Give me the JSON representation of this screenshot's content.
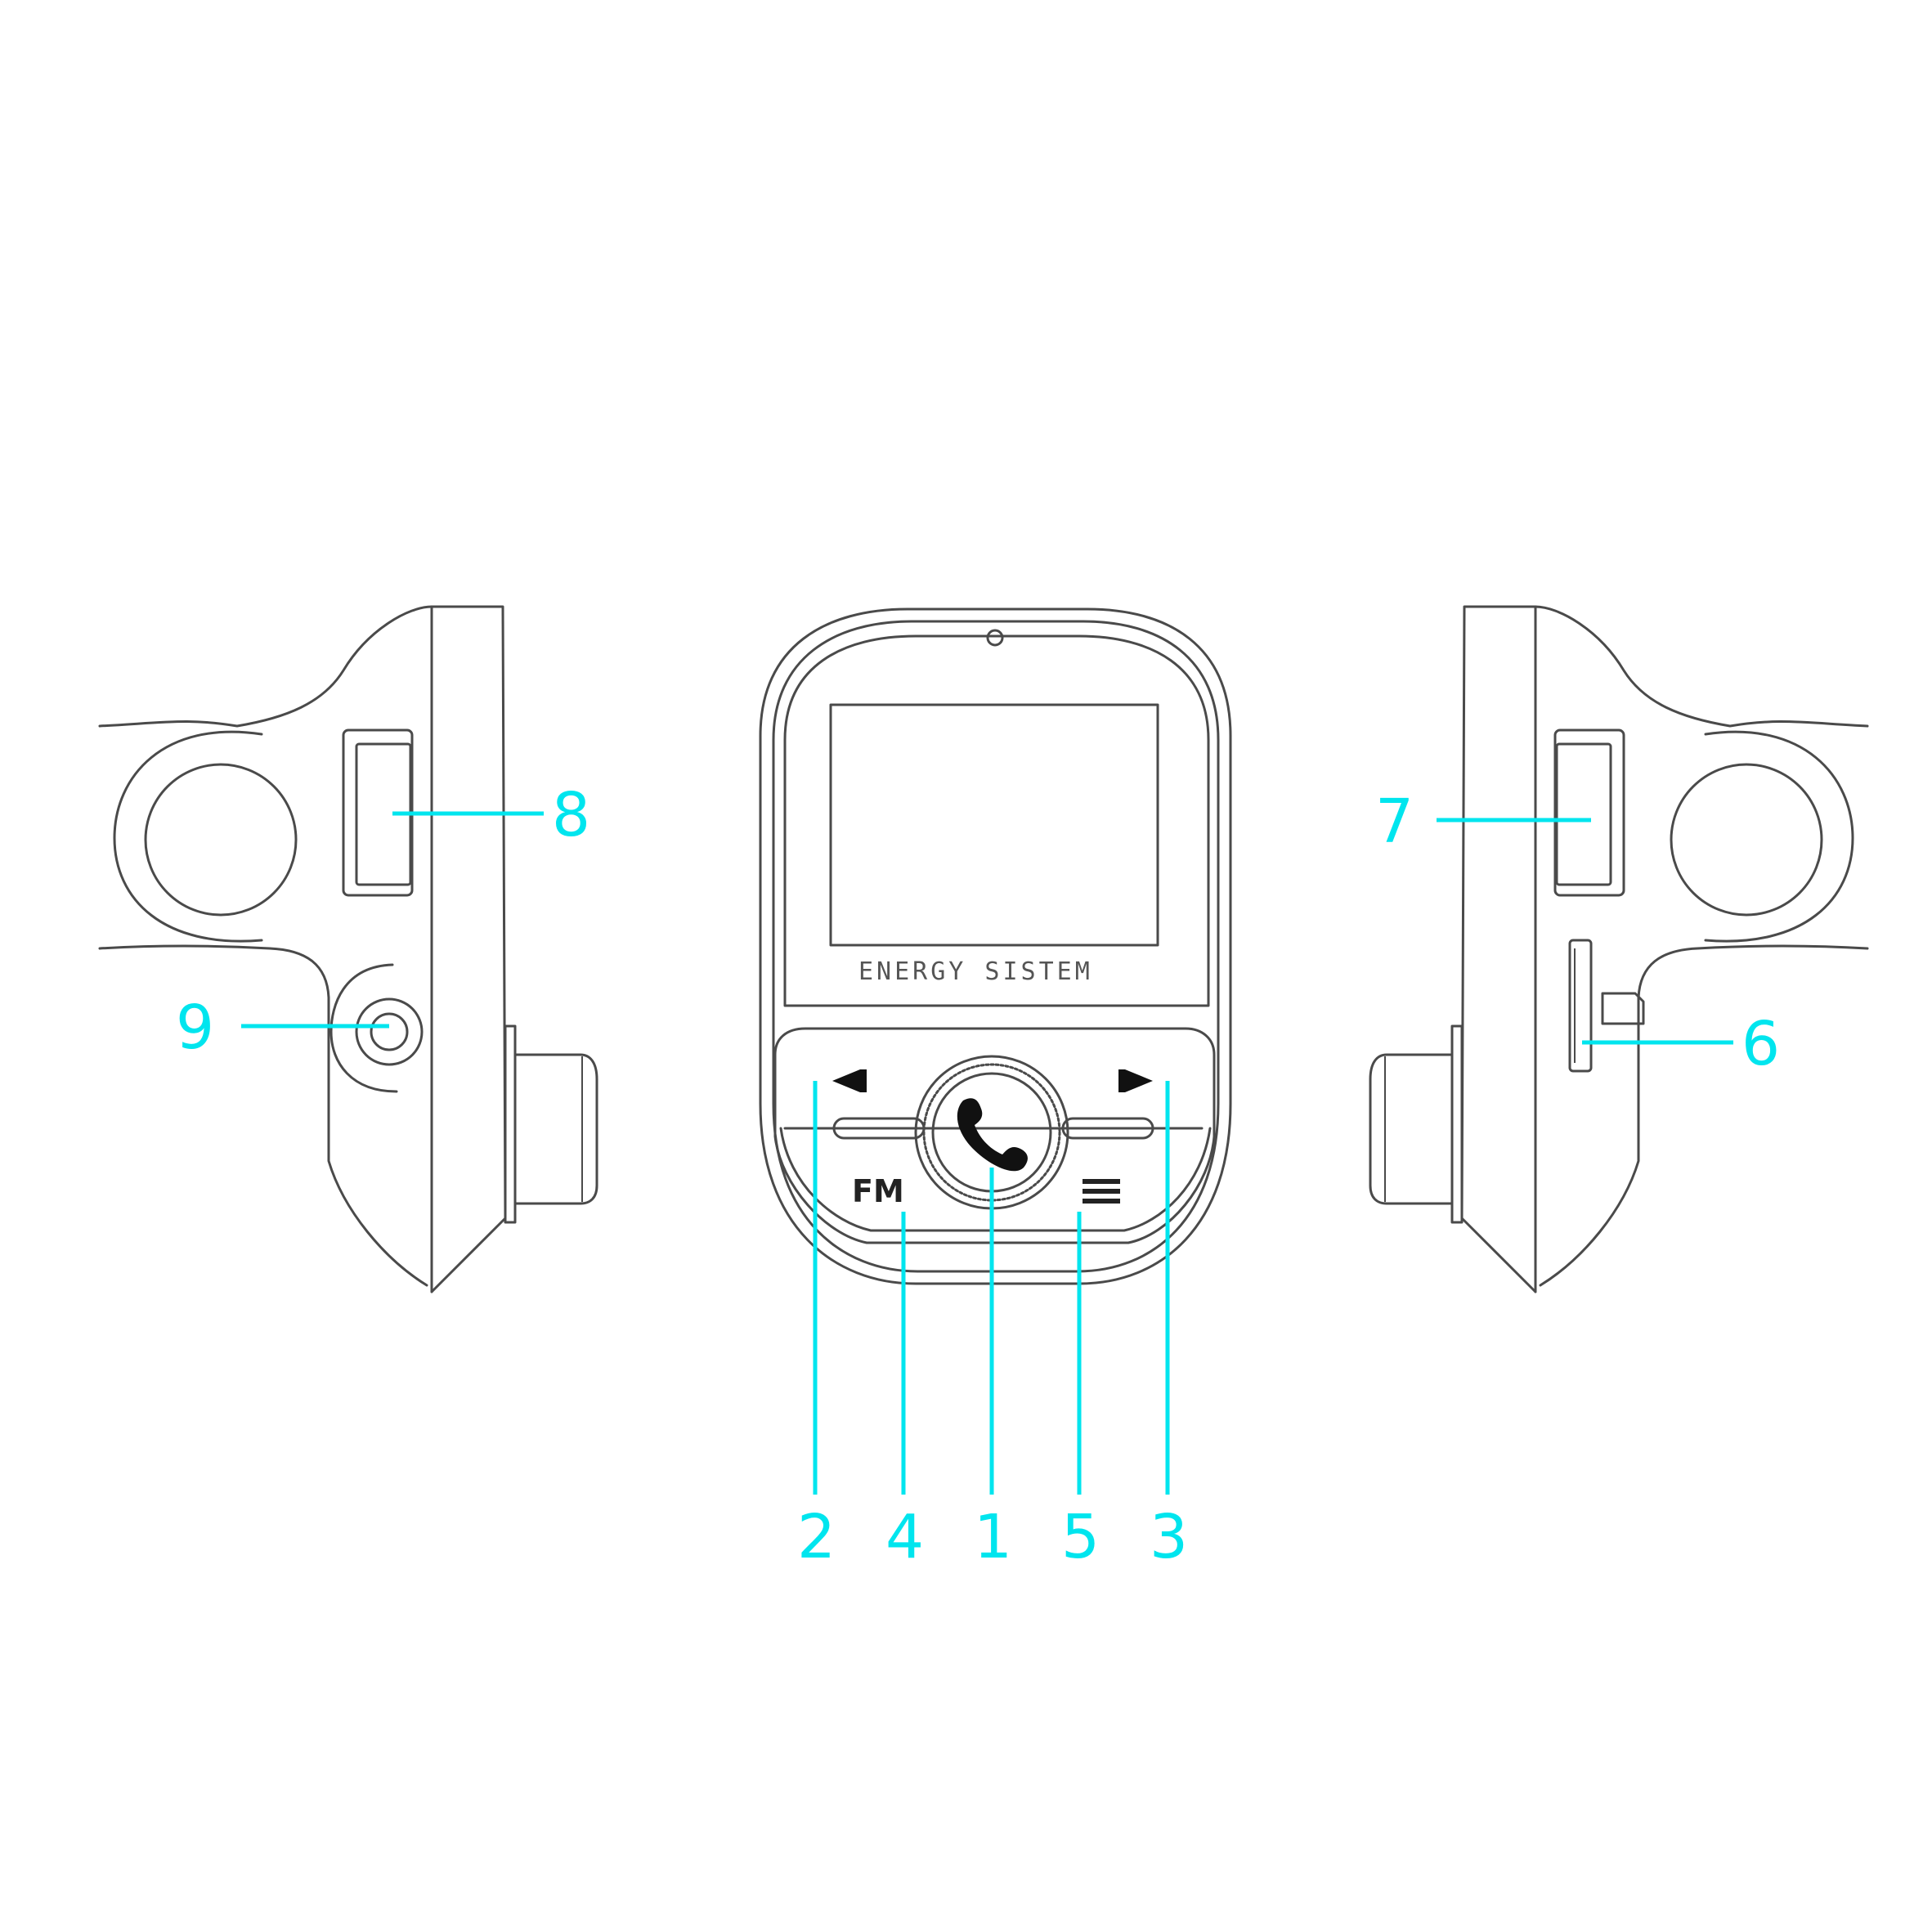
{
  "device": {
    "brand_text": "ENERGY SISTEM",
    "fm_label": "FM"
  },
  "callouts": {
    "c1": "1",
    "c2": "2",
    "c3": "3",
    "c4": "4",
    "c5": "5",
    "c6": "6",
    "c7": "7",
    "c8": "8",
    "c9": "9"
  },
  "colors": {
    "callout": "#00e5ee",
    "outline": "#4a4a4a",
    "background": "#ffffff"
  },
  "icons": {
    "prev": "prev-arrow-icon",
    "next": "next-arrow-icon",
    "call": "phone-icon",
    "menu": "menu-lines-icon",
    "sd": "sd-card-icon"
  }
}
